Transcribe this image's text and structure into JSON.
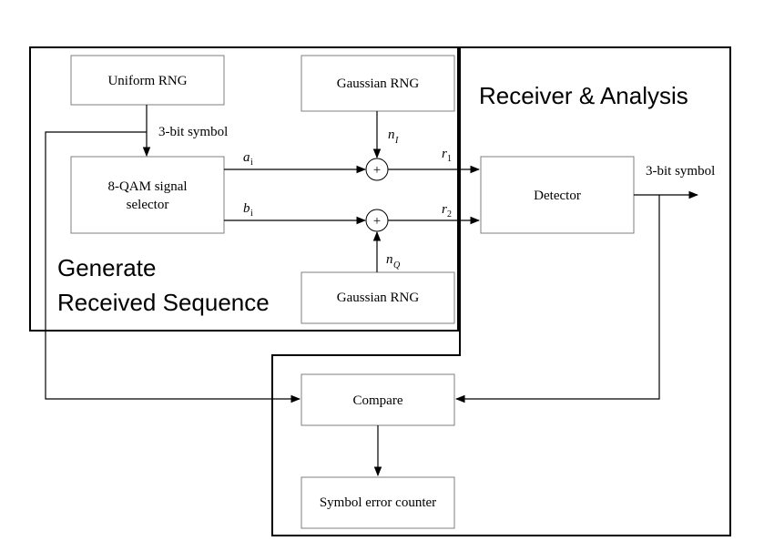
{
  "regions": {
    "generate_line1": "Generate",
    "generate_line2": "Received Sequence",
    "receiver": "Receiver & Analysis"
  },
  "blocks": {
    "uniform_rng": "Uniform RNG",
    "gaussian_rng_top": "Gaussian RNG",
    "gaussian_rng_bottom": "Gaussian RNG",
    "selector_line1": "8-QAM signal",
    "selector_line2": "selector",
    "detector": "Detector",
    "compare": "Compare",
    "error_counter": "Symbol error counter"
  },
  "signals": {
    "symbol_in": "3-bit symbol",
    "symbol_out": "3-bit symbol",
    "a": "a",
    "a_sub": "i",
    "b": "b",
    "b_sub": "i",
    "nI": "n",
    "nI_sub": "I",
    "nQ": "n",
    "nQ_sub": "Q",
    "r1": "r",
    "r1_sub": "1",
    "r2": "r",
    "r2_sub": "2",
    "plus": "+"
  }
}
